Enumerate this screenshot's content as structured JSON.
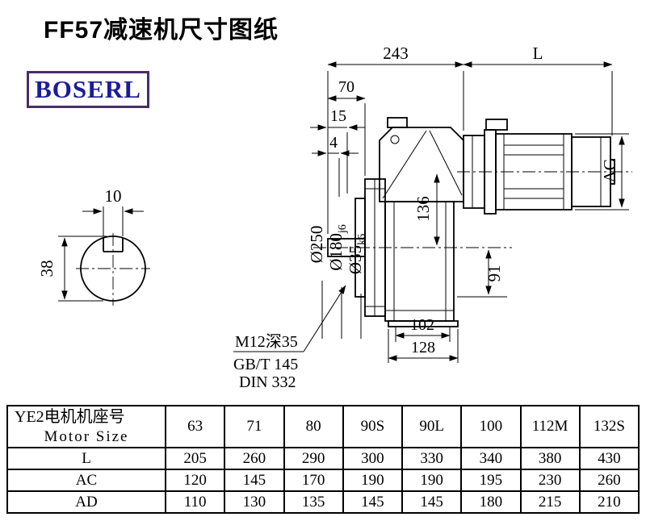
{
  "page": {
    "title": "FF57减速机尺寸图纸",
    "logo_text": "BOSERL"
  },
  "colors": {
    "logo_text": "#1c1c9a",
    "logo_border": "#4a2d66",
    "line": "#000000"
  },
  "drawing": {
    "dim_243": "243",
    "dim_L": "L",
    "dim_70": "70",
    "dim_15": "15",
    "dim_4": "4",
    "dim_10": "10",
    "dim_38": "38",
    "dim_250": "Ø250",
    "dim_180_main": "Ø180",
    "dim_180_sub": "j6",
    "dim_35_main": "Ø35",
    "dim_35_sub": "k6",
    "dim_136": "136",
    "dim_AC": "AC",
    "dim_91": "91",
    "dim_102": "102",
    "dim_128": "128",
    "note_1": "M12深35",
    "note_2": "GB/T 145",
    "note_3": "DIN 332"
  },
  "table": {
    "header_cn": "YE2电机机座号",
    "header_en": "Motor Size",
    "motor_sizes": [
      "63",
      "71",
      "80",
      "90S",
      "90L",
      "100",
      "112M",
      "132S"
    ],
    "rows": [
      {
        "label": "L",
        "values": [
          "205",
          "260",
          "290",
          "300",
          "330",
          "340",
          "380",
          "430"
        ]
      },
      {
        "label": "AC",
        "values": [
          "120",
          "145",
          "170",
          "190",
          "190",
          "195",
          "230",
          "260"
        ]
      },
      {
        "label": "AD",
        "values": [
          "110",
          "130",
          "135",
          "145",
          "145",
          "180",
          "215",
          "210"
        ]
      }
    ]
  }
}
